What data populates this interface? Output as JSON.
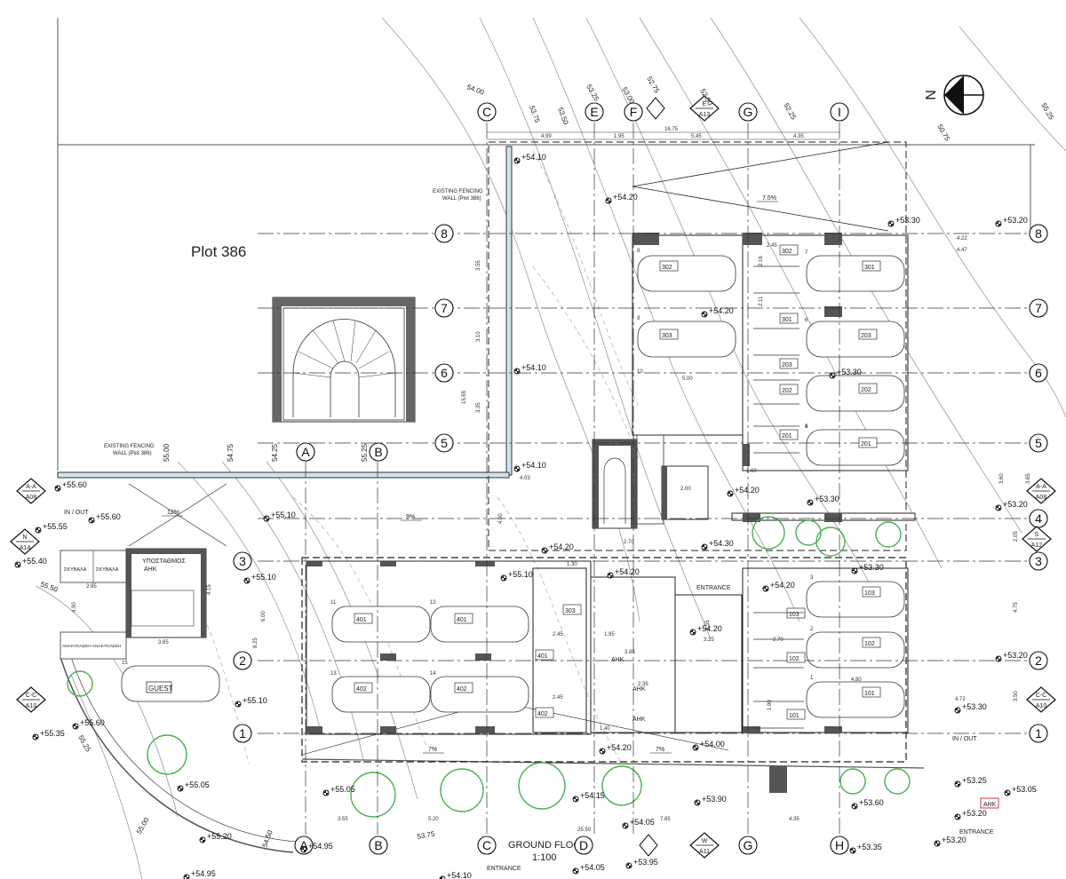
{
  "plot_label": "Plot 386",
  "drawing_title": "GROUND FLOOR",
  "drawing_scale": "1:100",
  "north_letter": "N",
  "notes": {
    "fence_top": [
      "EXISTING FENCING",
      "WALL (Plot 386)"
    ],
    "fence_left": [
      "EXISTING FENCING",
      "WALL (Plot 386)"
    ],
    "in_out": "IN / OUT",
    "entrance": "ENTRANCE",
    "ahk": "AHK",
    "guest": "GUEST",
    "substation": [
      "ΥΠΟΣΤΑΘΜΟΣ",
      "AHK"
    ],
    "bins": [
      "ΣΚΥΒΑΛΑ",
      "ΣΚΥΒΑΛΑ"
    ],
    "recycle": "ΑΝΑΚΥΚΛΩΣΗ ΑΝΑΚΥΚΛΩΣΗ"
  },
  "grid_columns_top": [
    {
      "label": "C"
    },
    {
      "label": "E"
    },
    {
      "label": "F"
    },
    {
      "label": "G"
    },
    {
      "label": "I"
    }
  ],
  "grid_columns_bottom": [
    {
      "label": "A"
    },
    {
      "label": "B"
    },
    {
      "label": "C"
    },
    {
      "label": "D"
    },
    {
      "label": "G"
    },
    {
      "label": "H"
    }
  ],
  "grid_columns_mid": [
    {
      "label": "A"
    },
    {
      "label": "B"
    }
  ],
  "grid_rows_left": [
    {
      "label": "8"
    },
    {
      "label": "7"
    },
    {
      "label": "6"
    },
    {
      "label": "5"
    },
    {
      "label": "3"
    },
    {
      "label": "2"
    },
    {
      "label": "1"
    }
  ],
  "grid_rows_right": [
    {
      "label": "8"
    },
    {
      "label": "7"
    },
    {
      "label": "6"
    },
    {
      "label": "5"
    },
    {
      "label": "4"
    },
    {
      "label": "3"
    },
    {
      "label": "2"
    },
    {
      "label": "1"
    }
  ],
  "section_markers": [
    {
      "top": "A-A",
      "bottom": "A08"
    },
    {
      "top": "N",
      "bottom": "A14"
    },
    {
      "top": "C-C",
      "bottom": "A10"
    },
    {
      "top": "A-A",
      "bottom": "A08"
    },
    {
      "top": "S",
      "bottom": "A12"
    },
    {
      "top": "C-C",
      "bottom": "A10"
    },
    {
      "top": "E",
      "bottom": "A13"
    },
    {
      "top": "W",
      "bottom": "A11"
    }
  ],
  "levels": [
    "+54.10",
    "+54.20",
    "+53.30",
    "+53.20",
    "+54.20",
    "+54.10",
    "+53.30",
    "+54.10",
    "+54.20",
    "+53.30",
    "+53.20",
    "+55.60",
    "+55.60",
    "+55.55",
    "+55.40",
    "+55.10",
    "+55.10",
    "+54.20",
    "+55.10",
    "+54.20",
    "+54.30",
    "+53.30",
    "+54.20",
    "+54.20",
    "+53.20",
    "+55.10",
    "+55.60",
    "+55.35",
    "+53.30",
    "+54.20",
    "+54.00",
    "+55.05",
    "+55.05",
    "+54.15",
    "+53.90",
    "+54.05",
    "+53.25",
    "+53.60",
    "+53.20",
    "+53.05",
    "+55.20",
    "+54.95",
    "+54.05",
    "+53.95",
    "+53.35",
    "+53.20",
    "+54.95",
    "+54.10"
  ],
  "contour_labels": [
    "54.00",
    "53.75",
    "53.50",
    "53.25",
    "53.00",
    "52.75",
    "52.50",
    "52.25",
    "50.75",
    "55.25",
    "55.00",
    "54.75",
    "54.25",
    "55.25",
    "55.50",
    "55.25",
    "55.00",
    "54.50",
    "53.75"
  ],
  "top_dims": [
    "16.75",
    "4.99",
    "1.95",
    "5.45",
    "4.35"
  ],
  "dims": [
    "4.22",
    "4.47",
    "3.55",
    "3.10",
    "3.35",
    "15.65",
    "3.60",
    "3.65",
    "2.05",
    "4.75",
    "3.50",
    "4.03",
    "2.70",
    "1.30",
    "1.60",
    "2.45",
    "2.11",
    "2.16",
    "5.00",
    "2.00",
    "2.95",
    "4.90",
    "3.65",
    "4.15",
    "6.00",
    "8.25",
    "2.45",
    "1.95",
    "3.85",
    "2.45",
    "2.35",
    "1.40",
    "3.25",
    "2.70",
    "4.80",
    "4.72",
    "5.20",
    "3.55",
    "7.85",
    "4.35",
    "25.50",
    "4.00",
    "1.90",
    "2.55"
  ],
  "slopes": [
    "7.5%",
    "12%",
    "9%",
    "7%",
    "7%"
  ],
  "parking_bays": [
    "8",
    "9",
    "10",
    "7",
    "6",
    "5",
    "4",
    "3",
    "2",
    "1",
    "11",
    "12",
    "13",
    "14",
    "15"
  ],
  "car_tags": [
    "302",
    "303",
    "301",
    "203",
    "202",
    "201",
    "103",
    "102",
    "101",
    "401",
    "401",
    "402",
    "402",
    "GUEST"
  ],
  "store_tags": [
    "302",
    "301",
    "203",
    "202",
    "201",
    "103",
    "102",
    "101",
    "303",
    "401",
    "402"
  ]
}
